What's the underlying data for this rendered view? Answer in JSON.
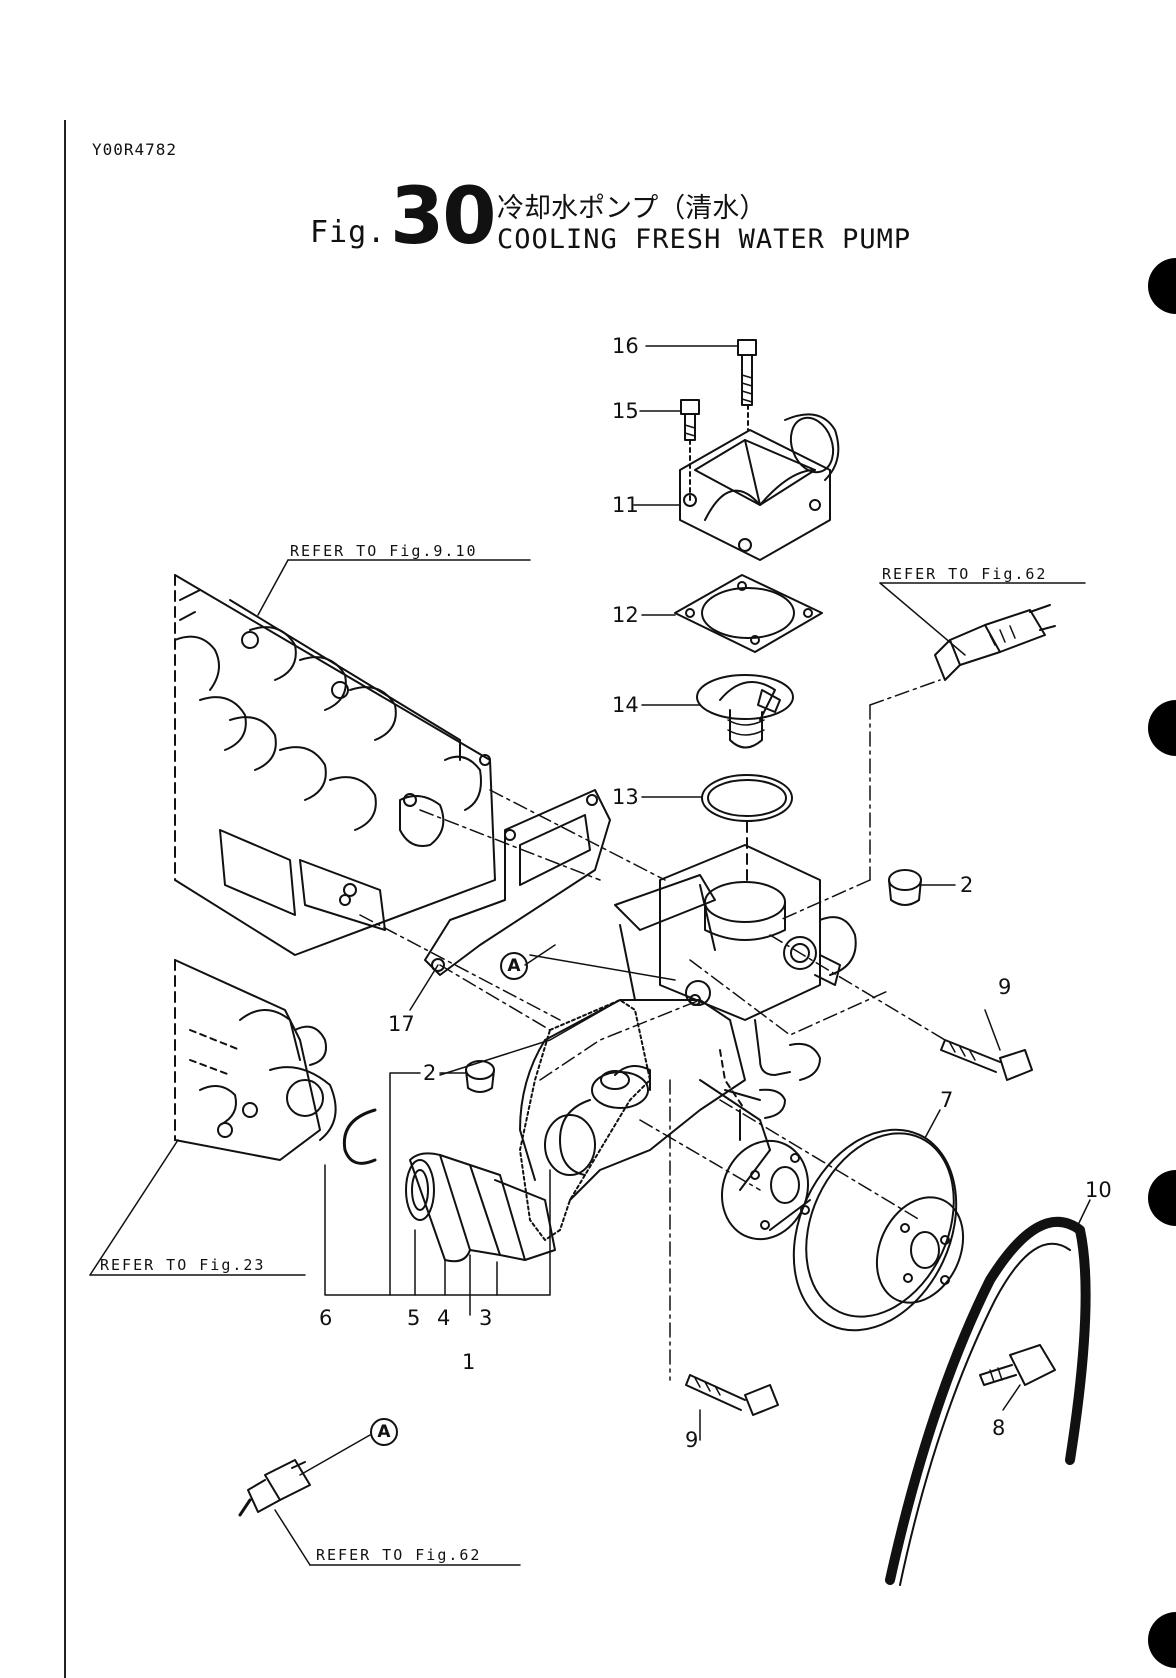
{
  "header": {
    "doc_id": "Y00R4782",
    "fig_prefix": "Fig.",
    "fig_number": "30",
    "title_jp": "冷却水ポンプ（清水）",
    "title_en": "COOLING FRESH WATER PUMP"
  },
  "callouts": {
    "c16": "16",
    "c15": "15",
    "c11": "11",
    "c12": "12",
    "c14": "14",
    "c13": "13",
    "c2_right": "2",
    "c9_right": "9",
    "c17": "17",
    "c2_left": "2",
    "c7": "7",
    "c10": "10",
    "c6": "6",
    "c5": "5",
    "c4": "4",
    "c3": "3",
    "c1": "1",
    "c9_bottom": "9",
    "c8": "8"
  },
  "references": {
    "ref_fig_9_10": "REFER TO Fig.9.10",
    "ref_fig_62_top": "REFER TO Fig.62",
    "ref_fig_23": "REFER TO Fig.23",
    "ref_fig_62_bottom": "REFER TO Fig.62"
  },
  "markers": {
    "marker_a_upper": "A",
    "marker_a_lower": "A"
  }
}
